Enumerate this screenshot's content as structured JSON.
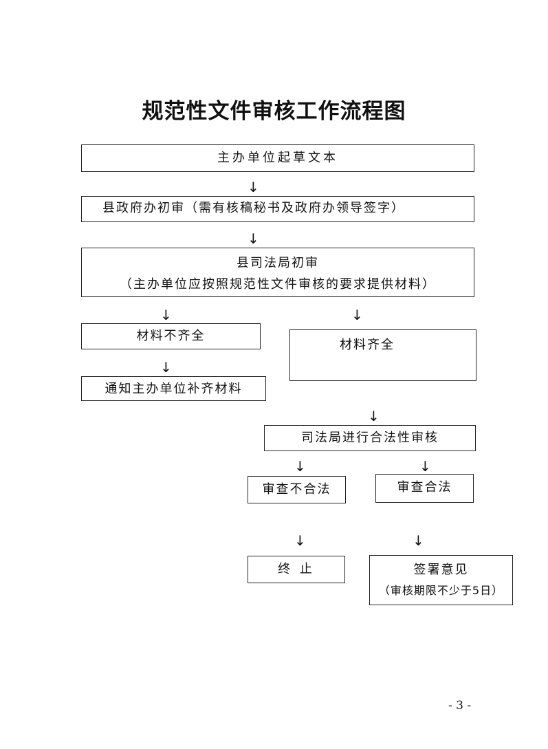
{
  "title": "规范性文件审核工作流程图",
  "steps": {
    "draft": "主办单位起草文本",
    "gov_review": "县政府办初审（需有核稿秘书及政府办领导签字）",
    "justice_review_title": "县司法局初审",
    "justice_review_note": "（主办单位应按照规范性文件审核的要求提供材料）",
    "materials_incomplete": "材料不齐全",
    "materials_complete": "材料齐全",
    "notify_supplement": "通知主办单位补齐材料",
    "legality_review": "司法局进行合法性审核",
    "illegal": "审查不合法",
    "legal": "审查合法",
    "terminate": "终 止",
    "sign_opinion": "签署意见",
    "review_period": "（审核期限不少于5日）"
  },
  "arrow_symbol": "↓",
  "page_number": "- 3 -"
}
